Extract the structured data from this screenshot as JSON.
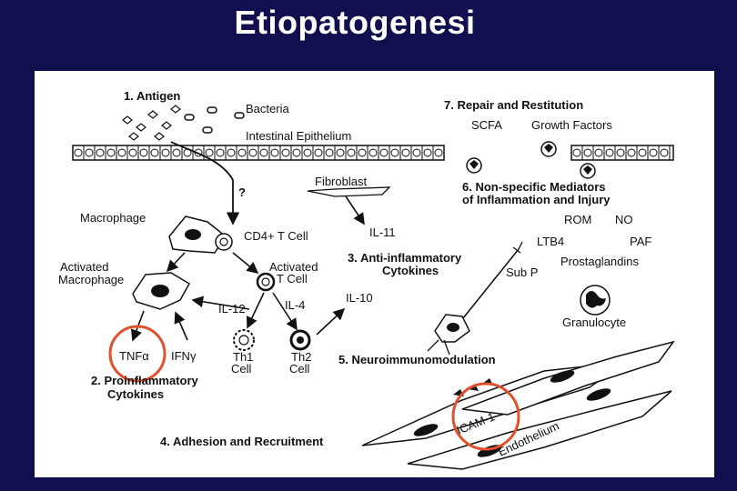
{
  "title": "Etiopatogenesi",
  "diagram": {
    "section_1": "1. Antigen",
    "bacteria": "Bacteria",
    "epithelium": "Intestinal Epithelium",
    "question": "?",
    "macrophage": "Macrophage",
    "cd4": "CD4+ T Cell",
    "activated_macrophage": [
      "Activated",
      "Macrophage"
    ],
    "activated_tcell": [
      "Activated",
      "T Cell"
    ],
    "il12": "IL-12",
    "il4": "IL-4",
    "il10": "IL-10",
    "il11": "IL-11",
    "fibroblast": "Fibroblast",
    "tnf": "TNFα",
    "ifn": "IFNγ",
    "th1": [
      "Th1",
      "Cell"
    ],
    "th2": [
      "Th2",
      "Cell"
    ],
    "section_2": [
      "2. Proinflammatory",
      "Cytokines"
    ],
    "section_3": [
      "3. Anti-inflammatory",
      "Cytokines"
    ],
    "section_4": "4. Adhesion and Recruitment",
    "section_5": "5. Neuroimmunomodulation",
    "section_6": [
      "6. Non-specific Mediators",
      "of Inflammation and Injury"
    ],
    "section_7": "7. Repair and Restitution",
    "scfa": "SCFA",
    "growth_factors": "Growth Factors",
    "rom": "ROM",
    "no": "NO",
    "ltb4": "LTB4",
    "paf": "PAF",
    "prostaglandins": "Prostaglandins",
    "sub_p": "Sub P",
    "granulocyte": "Granulocyte",
    "icam": "ICAM-1",
    "endothelium": "Endothelium"
  },
  "colors": {
    "background": "#10104e",
    "highlight_circle": "#e0502a"
  }
}
